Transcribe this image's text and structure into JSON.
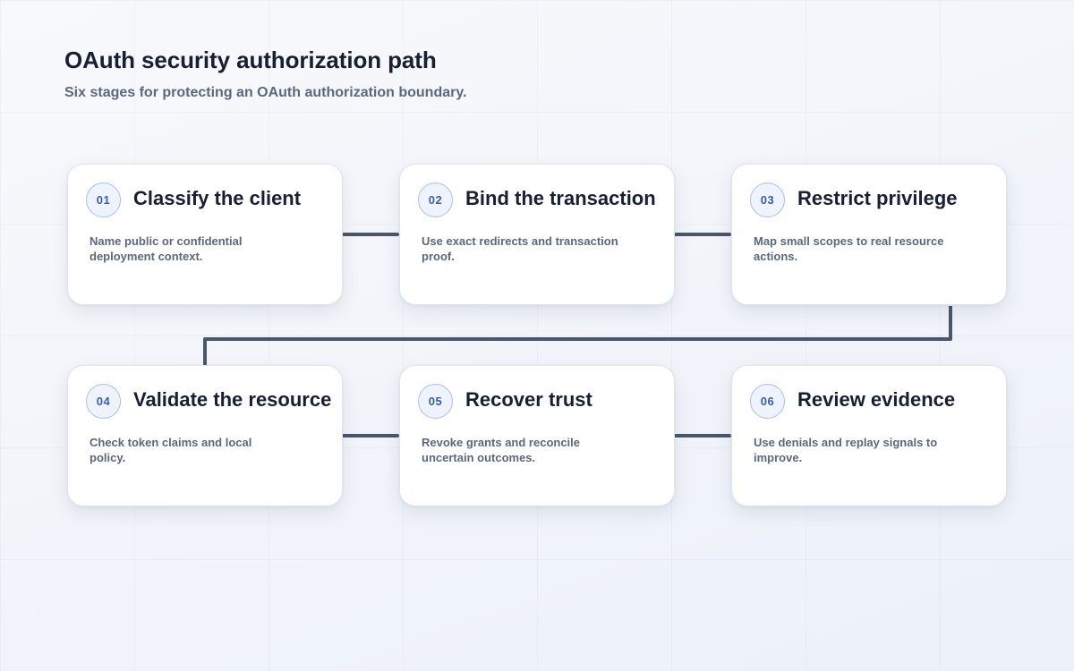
{
  "title": "OAuth security authorization path",
  "subtitle": "Six stages for protecting an OAuth authorization boundary.",
  "colors": {
    "connector": "#4a566b",
    "badge_text": "#3a5ea8",
    "badge_border": "#a9c0ea",
    "heading": "#172033",
    "body_text": "#5c6780"
  },
  "stages": [
    {
      "number": "01",
      "title": "Classify the client",
      "description": "Name public or confidential deployment context."
    },
    {
      "number": "02",
      "title": "Bind the transaction",
      "description": "Use exact redirects and transaction proof."
    },
    {
      "number": "03",
      "title": "Restrict privilege",
      "description": "Map small scopes to real resource actions."
    },
    {
      "number": "04",
      "title": "Validate the resource",
      "description": "Check token claims and local policy."
    },
    {
      "number": "05",
      "title": "Recover trust",
      "description": "Revoke grants and reconcile uncertain outcomes."
    },
    {
      "number": "06",
      "title": "Review evidence",
      "description": "Use denials and replay signals to improve."
    }
  ]
}
